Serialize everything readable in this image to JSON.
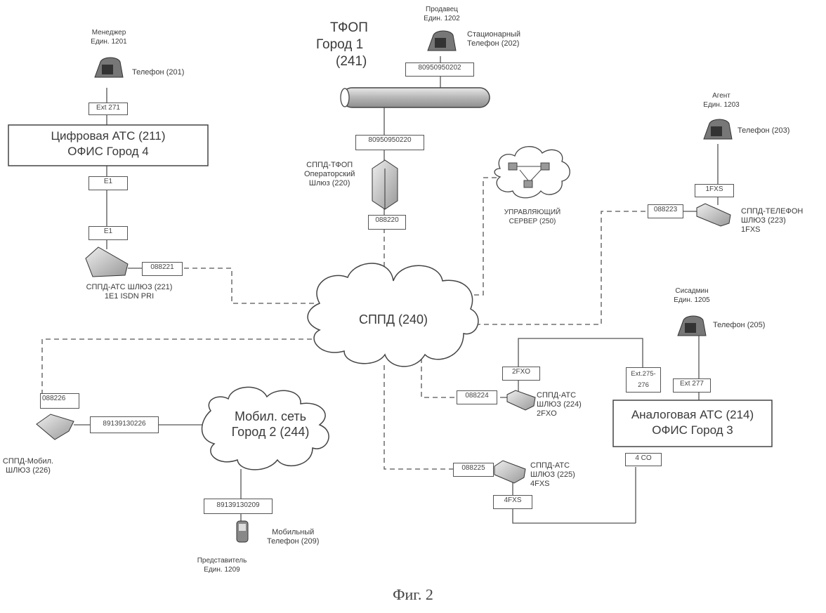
{
  "figure": {
    "caption": "Фиг. 2"
  },
  "networks": {
    "pstn": {
      "line1": "ТФОП",
      "line2": "Город 1",
      "line3": "(241)"
    },
    "ipnet": {
      "label": "СППД  (240)"
    },
    "mobile": {
      "line1": "Мобил. сеть",
      "line2": "Город 2  (244)"
    },
    "mgmt_server": {
      "line1": "УПРАВЛЯЮЩИЙ",
      "line2": "СЕРВЕР (250)"
    }
  },
  "pbx": {
    "digital": {
      "line1": "Цифровая АТС (211)",
      "line2": "ОФИС Город 4"
    },
    "analog": {
      "line1": "Аналоговая АТС (214)",
      "line2": "ОФИС Город 3"
    }
  },
  "phones": {
    "p201": {
      "role": "Менеджер",
      "ext": "Един. 1201",
      "label": "Телефон (201)"
    },
    "p202": {
      "role": "Продавец",
      "ext": "Един. 1202",
      "label1": "Стационарный",
      "label2": "Телефон (202)"
    },
    "p203": {
      "role": "Агент",
      "ext": "Един. 1203",
      "label": "Телефон (203)"
    },
    "p205": {
      "role": "Сисадмин",
      "ext": "Един. 1205",
      "label": "Телефон (205)"
    },
    "p209": {
      "label1": "Мобильный",
      "label2": "Телефон (209)",
      "role": "Представитель",
      "ext": "Един. 1209"
    }
  },
  "gateways": {
    "g220": {
      "line1": "СППД-ТФОП",
      "line2": "Операторский",
      "line3": "Шлюз (220)"
    },
    "g221": {
      "line1": "СППД-АТС ШЛЮЗ (221)",
      "line2": "1E1 ISDN PRI"
    },
    "g223": {
      "line1": "СППД-ТЕЛЕФОН",
      "line2": "ШЛЮЗ (223)",
      "line3": "1FXS"
    },
    "g224": {
      "line1": "СППД-АТС",
      "line2": "ШЛЮЗ (224)",
      "line3": "2FXO"
    },
    "g225": {
      "line1": "СППД-АТС",
      "line2": "ШЛЮЗ (225)",
      "line3": "4FXS"
    },
    "g226": {
      "line1": "СППД-Мобил.",
      "line2": "ШЛЮЗ (226)"
    }
  },
  "ports": {
    "ext271": "Ext 271",
    "e1_top": "E1",
    "e1_bottom": "E1",
    "n088221": "088221",
    "n80950950202": "80950950202",
    "n80950950220": "80950950220",
    "n088220": "088220",
    "fxs1": "1FXS",
    "n088223": "088223",
    "fxo2": "2FXO",
    "ext275": "Ext.275-276",
    "ext277": "Ext 277",
    "n088224": "088224",
    "co4": "4 CO",
    "n088225": "088225",
    "fxs4": "4FXS",
    "n088226": "088226",
    "n89139130226": "89139130226",
    "n89139130209": "89139130209"
  }
}
